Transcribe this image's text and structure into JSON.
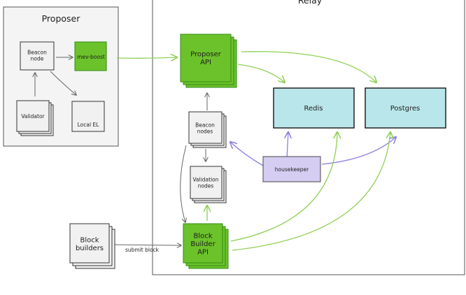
{
  "colors": {
    "green": "#6cc22a",
    "green_dark": "#2f8b14",
    "grey_fill": "#f1f1f1",
    "cyan": "#b9e6ea",
    "lavender": "#d6cdf3",
    "purple_arrow": "#8b7fe0",
    "green_arrow": "#8fcf55",
    "grey_arrow": "#666666"
  },
  "regions": {
    "proposer_title": "Proposer",
    "relay_title": "Relay"
  },
  "nodes": {
    "proposer_beacon": "Beacon node",
    "mev_boost": "mev-boost",
    "validator": "Validator",
    "local_el": "Local EL",
    "proposer_api": "Proposer API",
    "redis": "Redis",
    "postgres": "Postgres",
    "relay_beacon": "Beacon nodes",
    "validation_nodes": "Validation nodes",
    "housekeeper": "housekeeper",
    "block_builder_api": "Block Builder API",
    "block_builders": "Block builders"
  },
  "edges": {
    "submit_block": "submit block"
  }
}
